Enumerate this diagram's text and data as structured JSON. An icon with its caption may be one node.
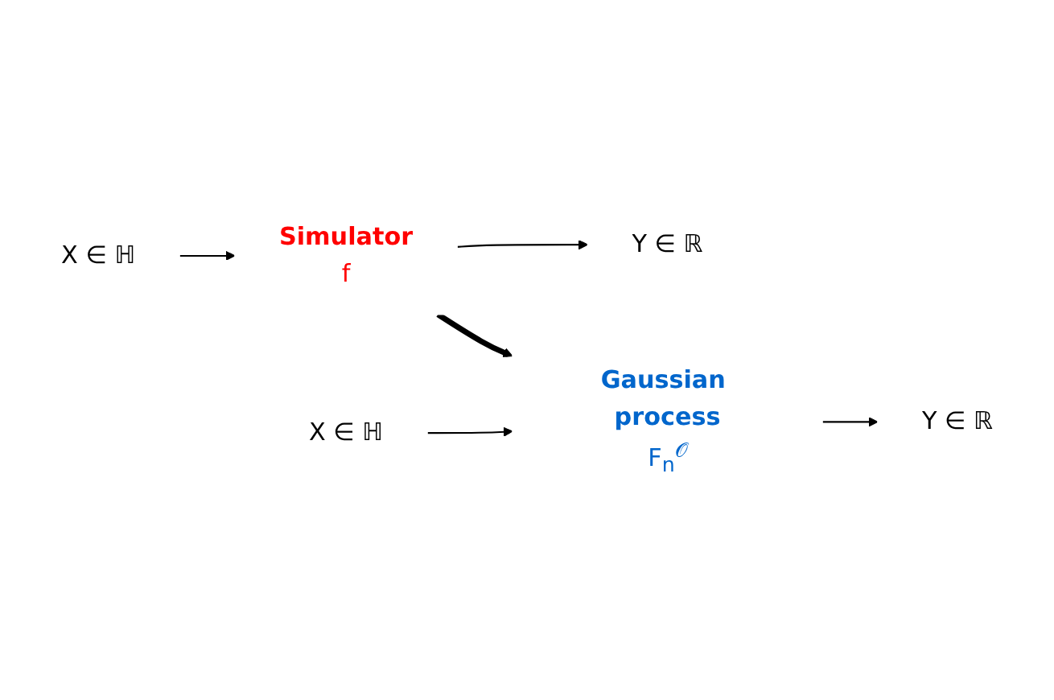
{
  "diagram": {
    "nodes": [
      {
        "text": [
          "X ∈ ℍ"
        ]
      },
      {
        "text": [
          "Simulator",
          "f"
        ]
      },
      {
        "text": [
          "Y ∈ ℝ"
        ]
      },
      {
        "text": [
          "X ∈ ℍ"
        ]
      },
      {
        "text": [
          "Gaussian process",
          "F$_{n}$$^{𝒪}$"
        ]
      },
      {
        "text": [
          "Y ∈ ℝ"
        ]
      }
    ],
    "edges": [
      {
        "from": 0,
        "to": 1,
        "arrow": "to"
      },
      {
        "from": 1,
        "to": 2,
        "arrow": "to"
      },
      {
        "from": 1,
        "to": 4,
        "arrow": "to",
        "style": "thick"
      },
      {
        "from": 3,
        "to": 4,
        "arrow": "to"
      },
      {
        "from": 4,
        "to": 5,
        "arrow": "to"
      }
    ]
  }
}
